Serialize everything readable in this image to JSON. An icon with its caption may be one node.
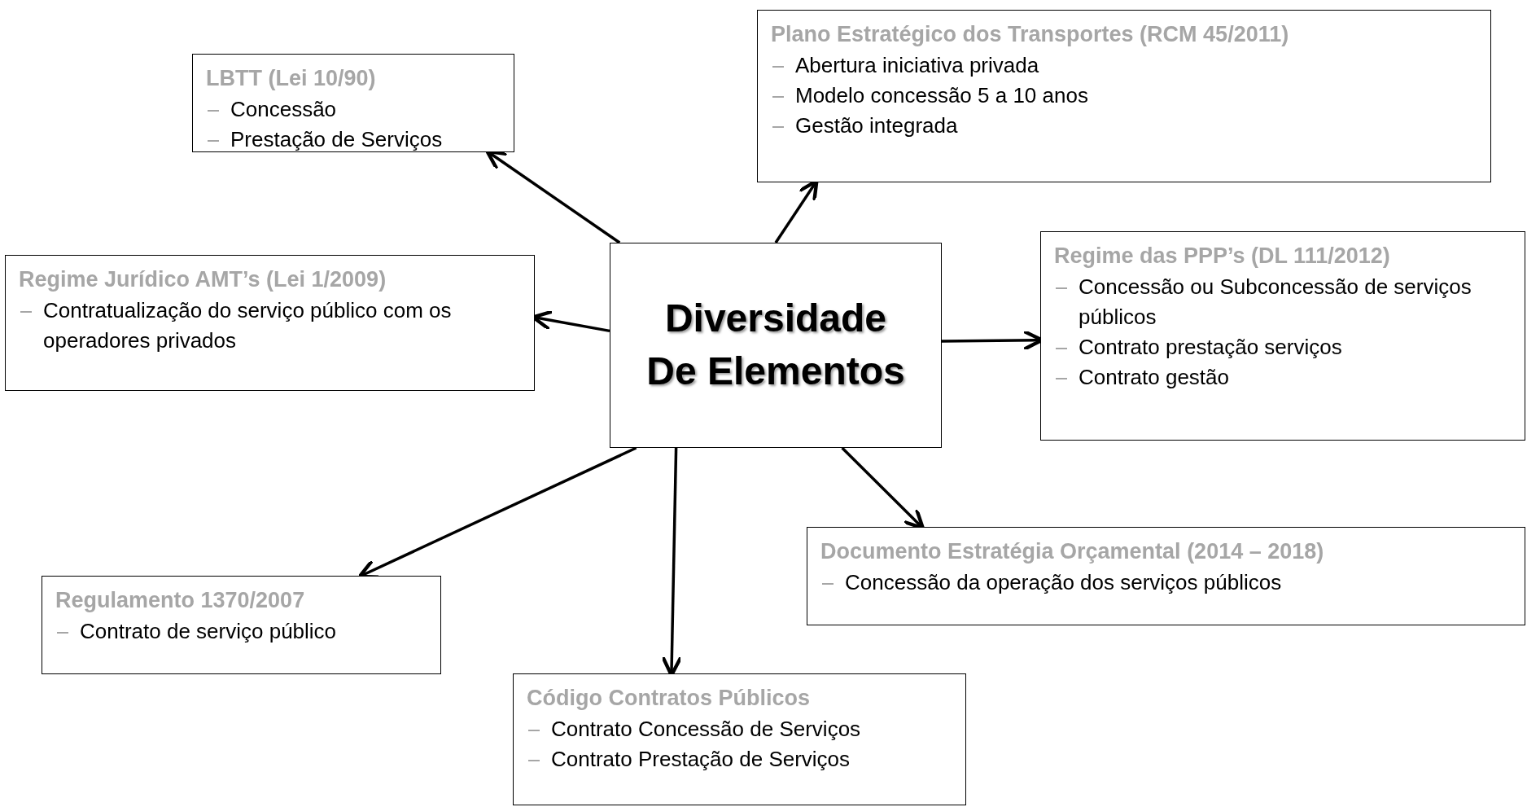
{
  "diagram": {
    "nodes": [
      {
        "text": [
          "Diversidade De Elementos"
        ]
      },
      {
        "text": [
          "LBTT (Lei 10/90)",
          "Concessão",
          "Prestação de Serviços"
        ]
      },
      {
        "text": [
          "Plano Estratégico dos Transportes (RCM 45/2011)",
          "Abertura iniciativa privada",
          "Modelo concessão 5 a 10 anos",
          "Gestão integrada"
        ]
      },
      {
        "text": [
          "Regime Jurídico AMT’s (Lei 1/2009)",
          "Contratualização do serviço público com os operadores privados"
        ]
      },
      {
        "text": [
          "Regime das PPP’s (DL 111/2012)",
          "Concessão ou Subconcessão de serviços públicos",
          "Contrato prestação serviços",
          "Contrato gestão"
        ]
      },
      {
        "text": [
          "Documento Estratégia Orçamental (2014 – 2018)",
          "Concessão da operação dos serviços públicos"
        ]
      },
      {
        "text": [
          "Regulamento 1370/2007",
          "Contrato de serviço público"
        ]
      },
      {
        "text": [
          "Código Contratos Públicos",
          "Contrato Concessão de Serviços",
          "Contrato Prestação de Serviços"
        ]
      }
    ],
    "edges": [
      {
        "from": 0,
        "to": 1,
        "arrow": "to"
      },
      {
        "from": 0,
        "to": 2,
        "arrow": "to"
      },
      {
        "from": 0,
        "to": 3,
        "arrow": "to"
      },
      {
        "from": 0,
        "to": 4,
        "arrow": "to"
      },
      {
        "from": 0,
        "to": 5,
        "arrow": "to"
      },
      {
        "from": 0,
        "to": 6,
        "arrow": "to"
      },
      {
        "from": 0,
        "to": 7,
        "arrow": "to"
      }
    ]
  }
}
